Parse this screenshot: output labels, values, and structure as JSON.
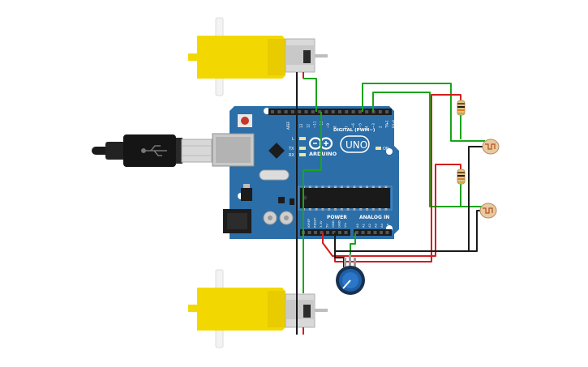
{
  "board": {
    "brand": "ARDUINO",
    "model": "UNO",
    "digital_header": "DIGITAL (PWM~)",
    "power_header": "POWER",
    "analog_header": "ANALOG IN",
    "aref_label": "AREF",
    "digital_pins": [
      "13",
      "12",
      "~11",
      "~10",
      "~9",
      "8",
      "7",
      "~6",
      "~5",
      "4",
      "~3",
      "2",
      "TX▸1",
      "RX◂0"
    ],
    "power_pins": [
      "IOREF",
      "RESET",
      "3.3V",
      "5V",
      "GND",
      "GND",
      "Vin"
    ],
    "analog_pins": [
      "A0",
      "A1",
      "A2",
      "A3",
      "A4",
      "A5"
    ],
    "led_l": "L",
    "led_tx": "TX",
    "led_rx": "RX",
    "led_on": "ON"
  },
  "components": {
    "motor_top": "dc-motor",
    "motor_bottom": "dc-motor",
    "usb": "usb-b-cable",
    "resistor_1": "resistor",
    "resistor_2": "resistor",
    "ldr_1": "photoresistor",
    "ldr_2": "photoresistor",
    "pot": "potentiometer"
  },
  "colors": {
    "board": "#2b6ea8",
    "motor": "#f2d800",
    "wire_green": "#1aa51a",
    "wire_red": "#d41d1d",
    "wire_black": "#1a1a1a",
    "pot_knob": "#1f5fa8"
  }
}
